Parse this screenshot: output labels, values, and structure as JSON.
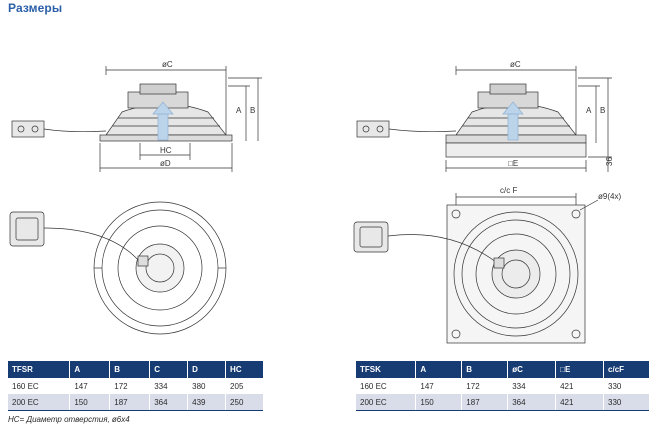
{
  "heading": "Размеры",
  "drawing_labels": {
    "left_side": {
      "oc": "øC",
      "hc": "HC",
      "od": "øD",
      "a": "A",
      "b": "B"
    },
    "right_side": {
      "oc": "øC",
      "e": "□E",
      "a": "A",
      "b": "B",
      "h36": "36"
    },
    "right_plan": {
      "cf": "c/c F",
      "holes": "ø9(4x)"
    }
  },
  "table_left": {
    "headers": [
      "TFSR",
      "A",
      "B",
      "C",
      "D",
      "HC"
    ],
    "rows": [
      [
        "160 EC",
        "147",
        "172",
        "334",
        "380",
        "205"
      ],
      [
        "200 EC",
        "150",
        "187",
        "364",
        "439",
        "250"
      ]
    ]
  },
  "table_right": {
    "headers": [
      "TFSK",
      "A",
      "B",
      "øC",
      "□E",
      "c/cF"
    ],
    "rows": [
      [
        "160 EC",
        "147",
        "172",
        "334",
        "421",
        "330"
      ],
      [
        "200 EC",
        "150",
        "187",
        "364",
        "421",
        "330"
      ]
    ]
  },
  "footnote": "HC= Диаметр отверстия, ø6x4"
}
